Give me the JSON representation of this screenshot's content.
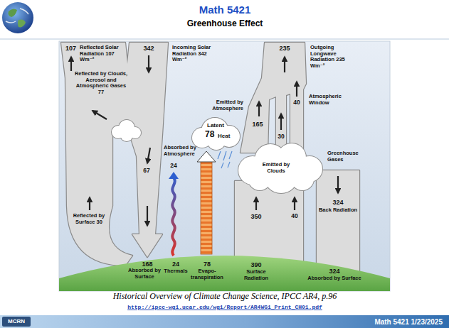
{
  "diagram": {
    "title": "Math 5421",
    "caption": "Historical Overview of Climate Change Science, IPCC AR4, p.96",
    "nodes": [
      {
        "text": [
          "Latent",
          "78",
          "Heat"
        ]
      }
    ],
    "labels": [
      "Greenhouse Effect",
      "107",
      "Reflected Solar Radiation 107 Wm⁻²",
      "342",
      "Incoming Solar Radiation 342 Wm⁻²",
      "235",
      "Outgoing Longwave Radiation 235 Wm⁻²",
      "Reflected by Clouds, Aerosol and Atmospheric Gases 77",
      "Emitted by Atmosphere",
      "165",
      "30",
      "40",
      "Atmospheric Window",
      "Emitted by Clouds",
      "Greenhouse Gases",
      "67",
      "Absorbed by Atmosphere",
      "24",
      "Reflected by Surface 30",
      "350",
      "40",
      "324",
      "Back Radiation",
      "168",
      "Absorbed by Surface",
      "24",
      "Thermals",
      "78",
      "Evapo- transpiration",
      "390",
      "Surface Radiation",
      "324",
      "Absorbed by Surface",
      "http://ipcc-wg1.ucar.edu/wg1/Report/AR4WG1_Print_CH01.pdf",
      "MCRN",
      "Math 5421 1/23/2025"
    ]
  }
}
